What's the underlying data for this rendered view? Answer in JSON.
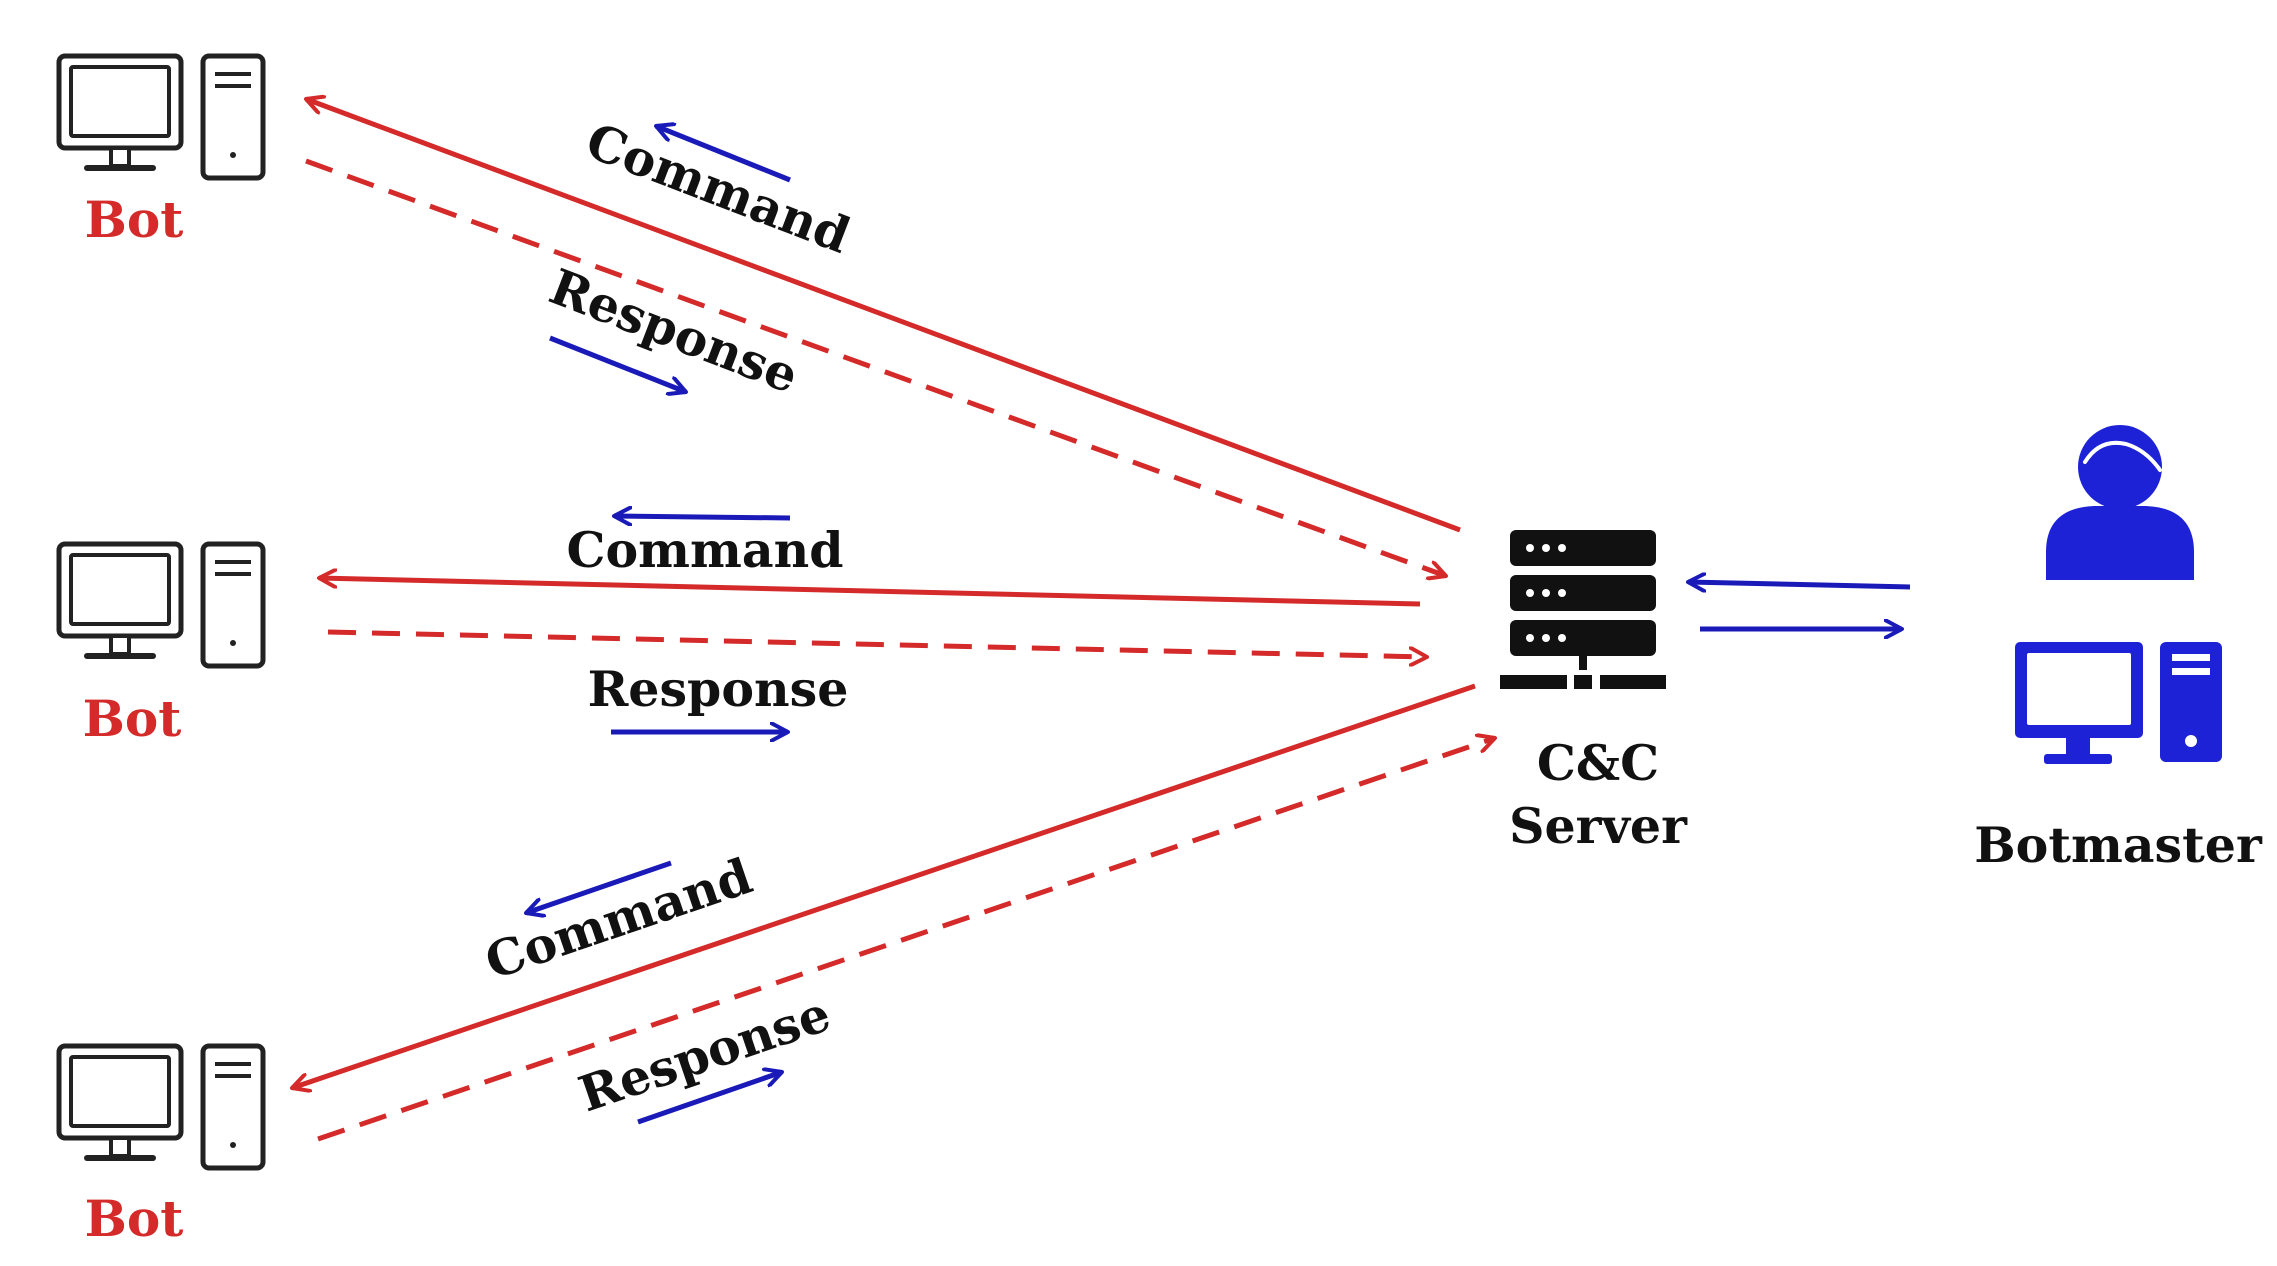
{
  "nodes": {
    "bots": [
      {
        "label": "Bot"
      },
      {
        "label": "Bot"
      },
      {
        "label": "Bot"
      }
    ],
    "server": {
      "line1": "C&C",
      "line2": "Server"
    },
    "botmaster": {
      "label": "Botmaster"
    }
  },
  "edges": [
    {
      "command_label": "Command",
      "response_label": "Response"
    },
    {
      "command_label": "Command",
      "response_label": "Response"
    },
    {
      "command_label": "Command",
      "response_label": "Response"
    }
  ],
  "icons": {
    "bot": "desktop-computer-icon",
    "server": "server-rack-icon",
    "botmaster_person": "person-icon",
    "botmaster_computer": "desktop-computer-icon"
  },
  "colors": {
    "bot_text": "#d42a2a",
    "link_line": "#d42a2a",
    "flow_arrow": "#1a1ab8",
    "botmaster": "#1e22d6",
    "icon_outline": "#222222",
    "server": "#111111"
  }
}
